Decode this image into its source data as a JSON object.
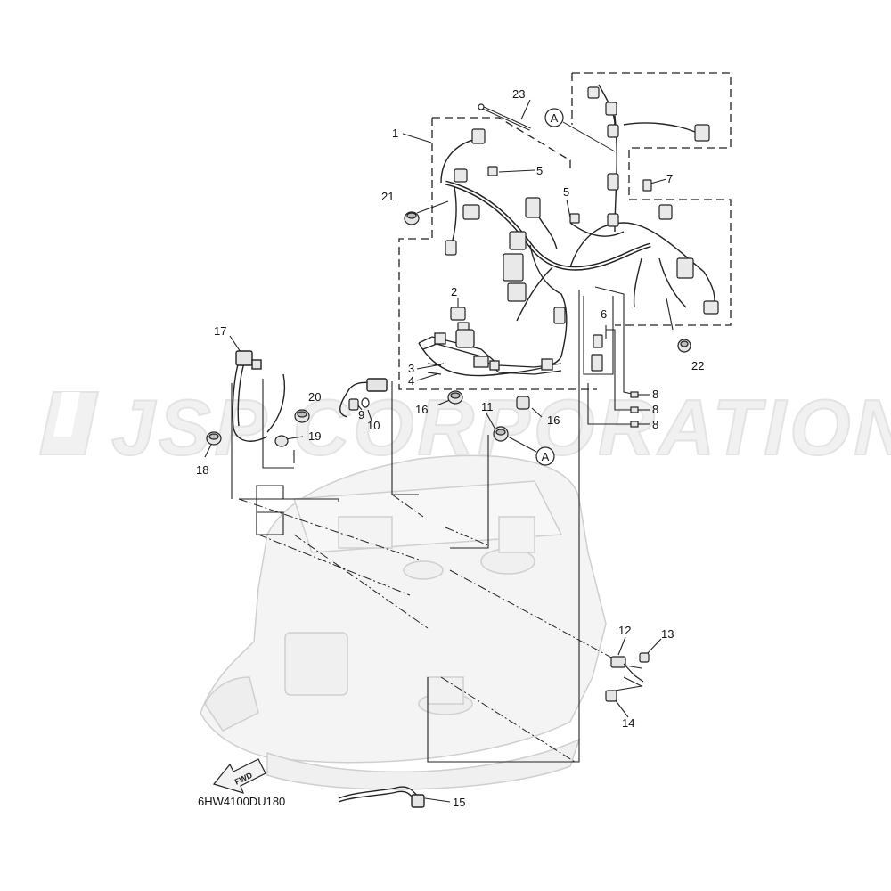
{
  "diagram": {
    "watermark": "JSP CORPORATION",
    "diagram_code": "6HW4100DU180",
    "fwd_label": "FWD",
    "reference_marker": "A",
    "callouts": [
      "1",
      "2",
      "3",
      "4",
      "5",
      "6",
      "7",
      "8",
      "9",
      "10",
      "11",
      "12",
      "13",
      "14",
      "15",
      "16",
      "17",
      "18",
      "19",
      "20",
      "21",
      "22",
      "23"
    ],
    "colors": {
      "line": "#222222",
      "engine_ghost": "#c9c9c9",
      "watermark_fill": "#f1f1f1"
    }
  }
}
